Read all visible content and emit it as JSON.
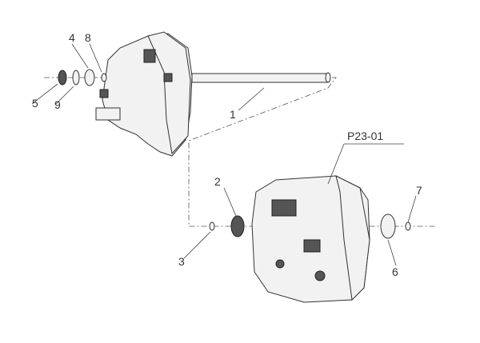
{
  "diagram": {
    "type": "exploded-parts-diagram",
    "callouts": [
      {
        "id": "c4",
        "text": "4"
      },
      {
        "id": "c8",
        "text": "8"
      },
      {
        "id": "c5",
        "text": "5"
      },
      {
        "id": "c9",
        "text": "9"
      },
      {
        "id": "c1",
        "text": "1"
      },
      {
        "id": "cP",
        "text": "P23-01"
      },
      {
        "id": "c2",
        "text": "2"
      },
      {
        "id": "c7",
        "text": "7"
      },
      {
        "id": "c3",
        "text": "3"
      },
      {
        "id": "c6",
        "text": "6"
      }
    ]
  }
}
